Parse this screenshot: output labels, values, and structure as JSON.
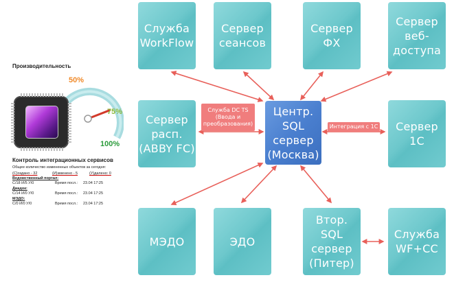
{
  "nodes": {
    "workflow": "Служба\nWorkFlow",
    "sessions": "Сервер\nсеансов",
    "fx": "Сервер\nФХ",
    "webaccess": "Сервер\nвеб-\nдоступа",
    "abby": "Сервер\nрасп.\n(ABBY FC)",
    "central": "Центр.\nSQL\nсервер\n(Москва)",
    "onec": "Сервер\n1С",
    "medo": "МЭДО",
    "edo": "ЭДО",
    "secondary": "Втор.\nSQL\nсервер\n(Питер)",
    "wfcc": "Служба\nWF+CC"
  },
  "links": {
    "dcts": "Служба DC TS\n(Ввода и\nпреобразования)",
    "integration": "Интеграция с 1С"
  },
  "dashboard": {
    "performance_title": "Производительность",
    "gauge": {
      "p50": "50%",
      "p75": "75%",
      "p100": "100%",
      "value_pct": 75
    },
    "control_title": "Контроль  интеграционных  сервисов",
    "summary_line": "Общее количество измененных объектов за сегодня:",
    "created": "(С)оздано - 32",
    "changed": "(И)зменено - 5",
    "deleted": "(У)далено: 0",
    "sections": [
      {
        "title": "Ведомственный портал:",
        "counts": "С/18 И/5 У/0",
        "time_label": "Время посл.:",
        "time": "23.04 17:25"
      },
      {
        "title": "Диадок:",
        "counts": "С/14 И/0 У/0",
        "time_label": "Время посл.:",
        "time": "23.04 17:25"
      },
      {
        "title": "МЭДО:",
        "counts": "С/0 И/0 У/0",
        "time_label": "Время посл.:",
        "time": "23.04 17:25"
      }
    ]
  },
  "colors": {
    "node": "#6dc8cc",
    "center": "#4a7fcf",
    "arrow": "#e8605a",
    "label": "#f07d7d"
  }
}
